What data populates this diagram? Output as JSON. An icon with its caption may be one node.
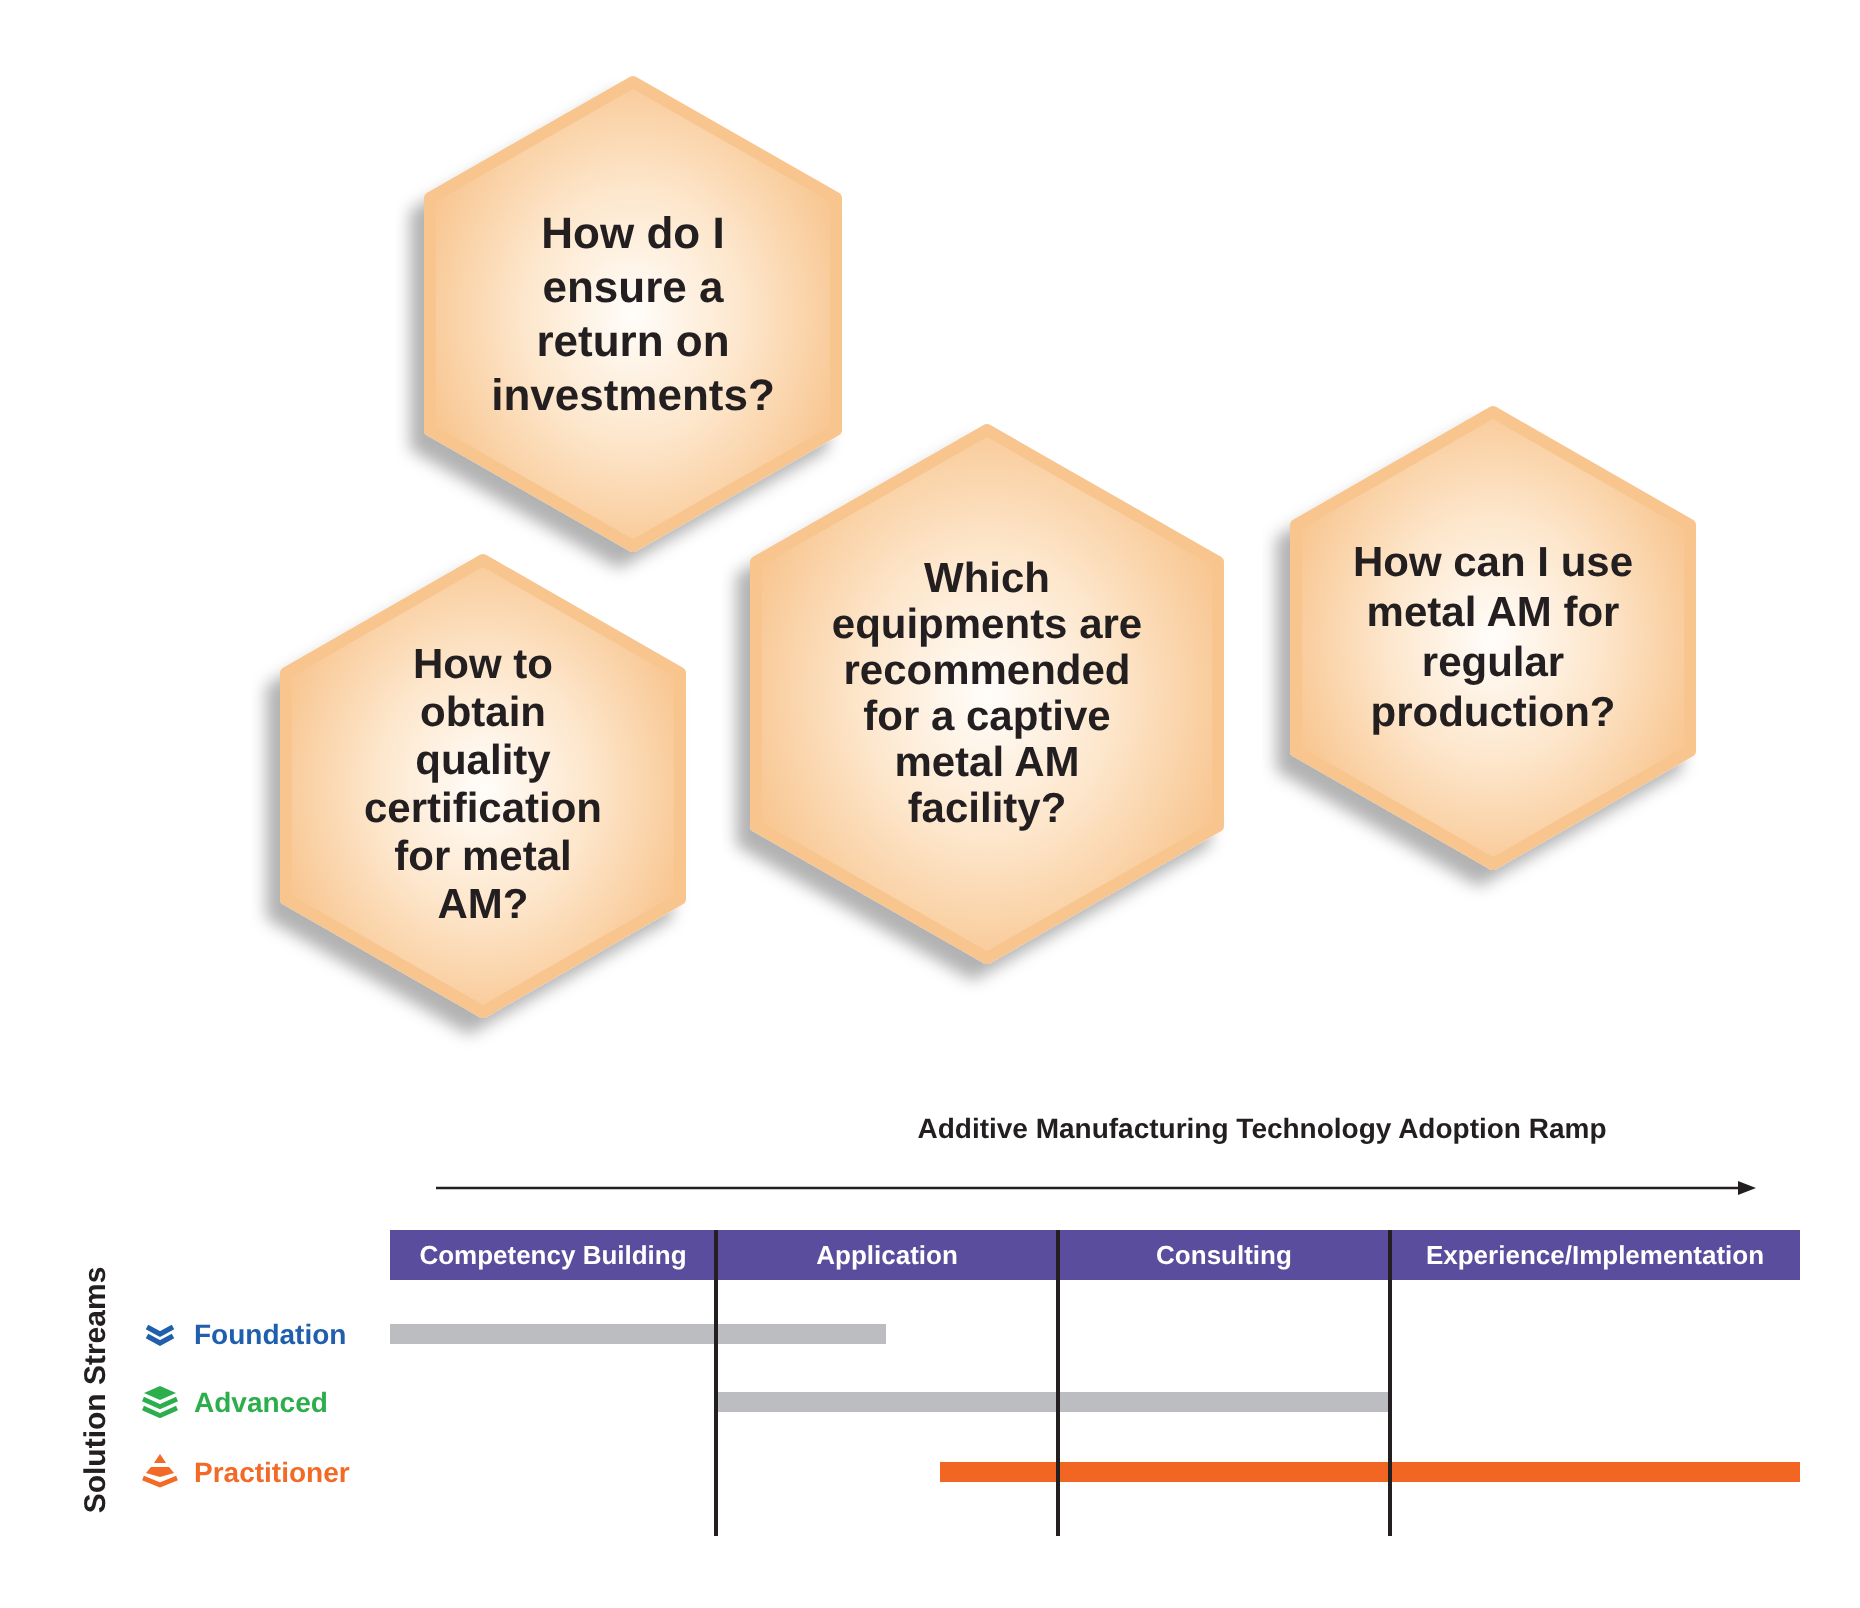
{
  "diagram": {
    "nodes": [
      {
        "text": [
          "How do I ensure a return on investments?"
        ]
      },
      {
        "text": [
          "How to obtain quality certification for metal AM?"
        ]
      },
      {
        "text": [
          "Which equipments are recommended for a captive metal AM facility?"
        ]
      },
      {
        "text": [
          "How can I use metal AM for regular production?"
        ]
      },
      {
        "text": [
          "Competency Building"
        ]
      },
      {
        "text": [
          "Application"
        ]
      },
      {
        "text": [
          "Consulting"
        ]
      },
      {
        "text": [
          "Experience/Implementation"
        ]
      }
    ],
    "labels": [
      "Additive Manufacturing Technology Adoption Ramp",
      "Solution Streams",
      "Foundation",
      "Advanced",
      "Practitioner"
    ]
  }
}
